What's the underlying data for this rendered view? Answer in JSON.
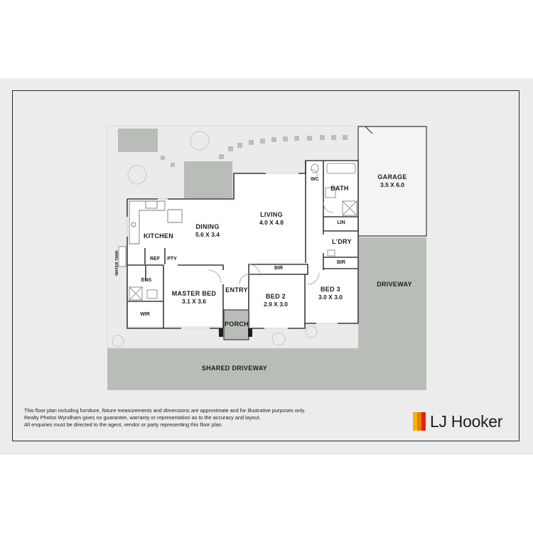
{
  "rooms": {
    "garage": {
      "name": "GARAGE",
      "dims": "3.5 X 6.0"
    },
    "bath": {
      "name": "BATH"
    },
    "wc": {
      "name": "WC"
    },
    "lin": {
      "name": "LIN"
    },
    "laundry": {
      "name": "L'DRY"
    },
    "bir_bed3": {
      "name": "BIR"
    },
    "living": {
      "name": "LIVING",
      "dims": "4.0 X 4.8"
    },
    "dining": {
      "name": "DINING",
      "dims": "5.6 X 3.4"
    },
    "kitchen": {
      "name": "KITCHEN"
    },
    "ref": {
      "name": "REF"
    },
    "pty": {
      "name": "PTY"
    },
    "water_tank": {
      "name": "WATER TANK"
    },
    "ens": {
      "name": "ENS"
    },
    "wir": {
      "name": "WIR"
    },
    "master_bed": {
      "name": "MASTER BED",
      "dims": "3.1 X 3.6"
    },
    "entry": {
      "name": "ENTRY"
    },
    "bir_bed2": {
      "name": "BIR"
    },
    "bed2": {
      "name": "BED 2",
      "dims": "2.9 X 3.0"
    },
    "bed3": {
      "name": "BED 3",
      "dims": "3.0 X 3.0"
    },
    "porch": {
      "name": "PORCH"
    },
    "driveway": {
      "name": "DRIVEWAY"
    },
    "shared_driveway": {
      "name": "SHARED DRIVEWAY"
    }
  },
  "disclaimer": [
    "This floor plan including furniture, fixture measurements and dimensions are approximate and for illustrative purposes only.",
    "Realty Photos Wyndham gives no guarantee, warranty or representation as to the accuracy and layout.",
    "All enquiries must be directed to the agent, vendor or party representing this floor plan."
  ],
  "brand": {
    "name": "LJ Hooker",
    "colors": {
      "yellow": "#f4b400",
      "orange": "#ef7d00",
      "red": "#e2231a"
    }
  },
  "colors": {
    "sheet": "#ececec",
    "floor": "#eaeaea",
    "paving": "#b8bdb7",
    "wall": "#3a3a3a",
    "garage": "#f4f4f4"
  }
}
